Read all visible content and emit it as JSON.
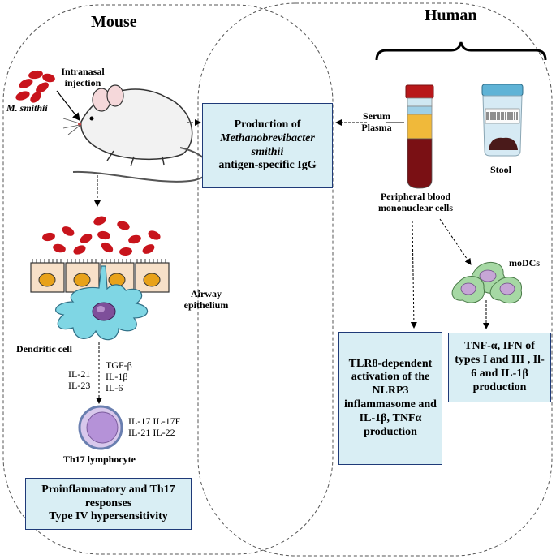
{
  "headers": {
    "mouse": "Mouse",
    "human": "Human"
  },
  "mouse": {
    "injection_label": "Intranasal injection",
    "species_label": "M. smithii",
    "airway_label": "Airway epithelium",
    "dendritic_label": "Dendritic cell",
    "cytokines_left": "IL-21 IL-23",
    "cytokines_right": "TGF-β IL-1β IL-6",
    "th17_cytokines": "IL-17 IL-17F IL-21 IL-22",
    "th17_label": "Th17 lymphocyte",
    "bottom_box": {
      "line1": "Proinflammatory and Th17 responses",
      "line2": "Type IV hypersensitivity"
    }
  },
  "center_box": {
    "line1": "Production of",
    "line2": "Methanobrevibacter smithii",
    "line3": "antigen-specific IgG"
  },
  "human": {
    "serum_label": "Serum Plasma",
    "stool_label": "Stool",
    "pbmc_label": "Peripheral blood mononuclear cells",
    "modcs_label": "moDCs",
    "tlr8_box": "TLR8-dependent activation of the NLRP3 inflammasome and IL-1β, TNFα production",
    "tnf_box": "TNF-α, IFN of types I and III , Il-6 and IL-1β production"
  },
  "colors": {
    "box_fill": "#d9eef4",
    "box_border": "#1f3a78",
    "bacteria": "#c8141c",
    "cell_purple": "#8e5fae"
  }
}
